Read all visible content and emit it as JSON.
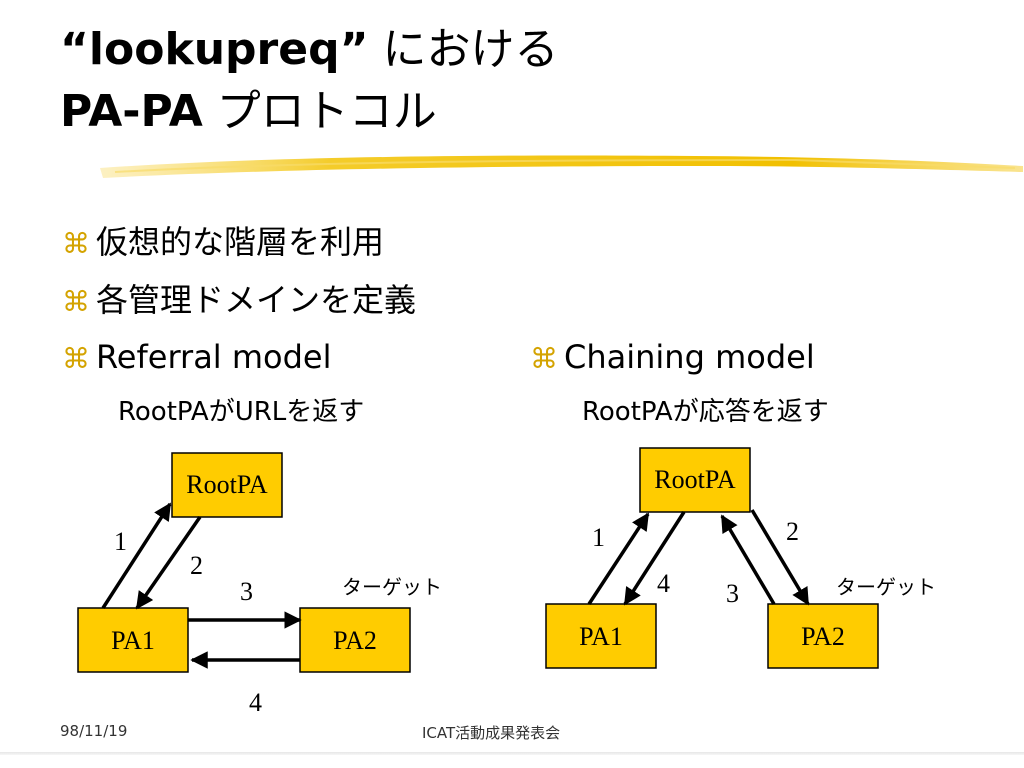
{
  "title": {
    "line1_quoted": "“lookupreq”",
    "line1_jp": "における",
    "line2_bold": "PA-PA",
    "line2_jp": "プロトコル"
  },
  "bullets": [
    "仮想的な階層を利用",
    "各管理ドメインを定義",
    "Referral model",
    "Chaining model"
  ],
  "bullet_icon": "command-icon",
  "referral": {
    "subtitle": "RootPAがURLを返す",
    "root": "RootPA",
    "pa1": "PA1",
    "pa2": "PA2",
    "target": "ターゲット",
    "steps": [
      "1",
      "2",
      "3",
      "4"
    ]
  },
  "chaining": {
    "subtitle": "RootPAが応答を返す",
    "root": "RootPA",
    "pa1": "PA1",
    "pa2": "PA2",
    "target": "ターゲット",
    "steps": [
      "1",
      "2",
      "3",
      "4"
    ]
  },
  "footer": {
    "date": "98/11/19",
    "event": "ICAT活動成果発表会"
  },
  "colors": {
    "box_fill": "#ffcc00",
    "bullet_mark": "#d4a300",
    "underline": "#f2c200"
  }
}
